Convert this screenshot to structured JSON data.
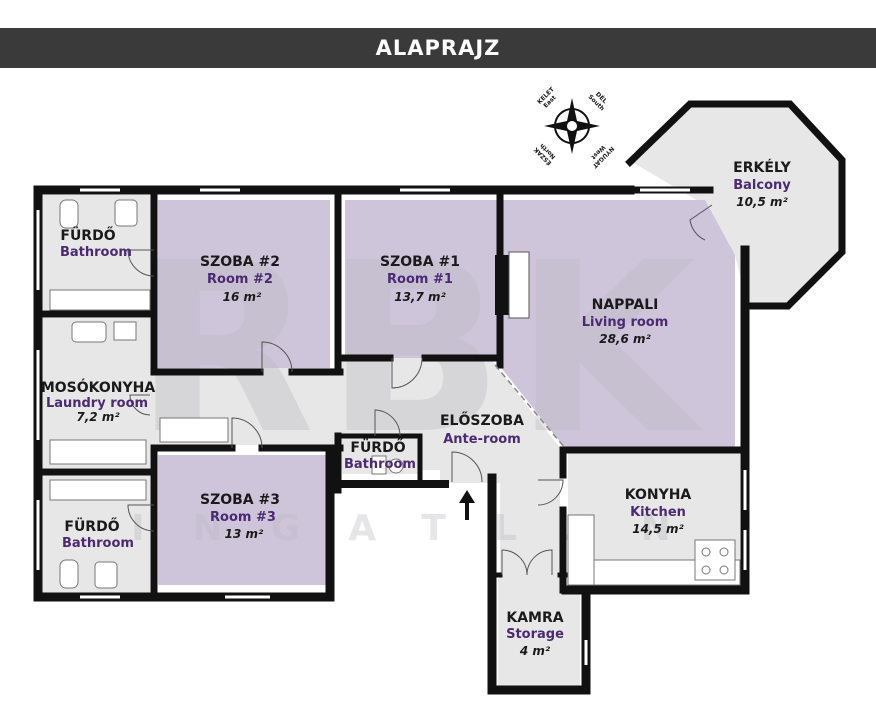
{
  "header": {
    "title": "ALAPRAJZ"
  },
  "compass": {
    "east": "KELET",
    "east_en": "East",
    "south": "DÉL",
    "south_en": "South",
    "north": "ÉSZAK",
    "north_en": "North",
    "west": "NYUGAT",
    "west_en": "West"
  },
  "watermark": {
    "big": "RBK",
    "small": "INGATLAN"
  },
  "rooms": {
    "bath1": {
      "hu": "FÜRDŐ",
      "en": "Bathroom"
    },
    "room2": {
      "hu": "SZOBA #2",
      "en": "Room #2",
      "area": "16 m²"
    },
    "room1": {
      "hu": "SZOBA #1",
      "en": "Room #1",
      "area": "13,7 m²"
    },
    "living": {
      "hu": "NAPPALI",
      "en": "Living room",
      "area": "28,6 m²"
    },
    "balcony": {
      "hu": "ERKÉLY",
      "en": "Balcony",
      "area": "10,5 m²"
    },
    "laundry": {
      "hu": "MOSÓKONYHA",
      "en": "Laundry room",
      "area": "7,2 m²"
    },
    "ante": {
      "hu": "ELŐSZOBA",
      "en": "Ante-room"
    },
    "bath_small": {
      "hu": "FÜRDŐ",
      "en": "Bathroom"
    },
    "room3": {
      "hu": "SZOBA #3",
      "en": "Room #3",
      "area": "13 m²"
    },
    "bath2": {
      "hu": "FÜRDŐ",
      "en": "Bathroom"
    },
    "kitchen": {
      "hu": "KONYHA",
      "en": "Kitchen",
      "area": "14,5 m²"
    },
    "storage": {
      "hu": "KAMRA",
      "en": "Storage",
      "area": "4 m²"
    }
  },
  "colors": {
    "wall": "#111111",
    "purple_room": "#cfc5db",
    "grey_room": "#e7e7e7",
    "label_en": "#4b2a73",
    "header_bg": "#3a3a3a"
  }
}
